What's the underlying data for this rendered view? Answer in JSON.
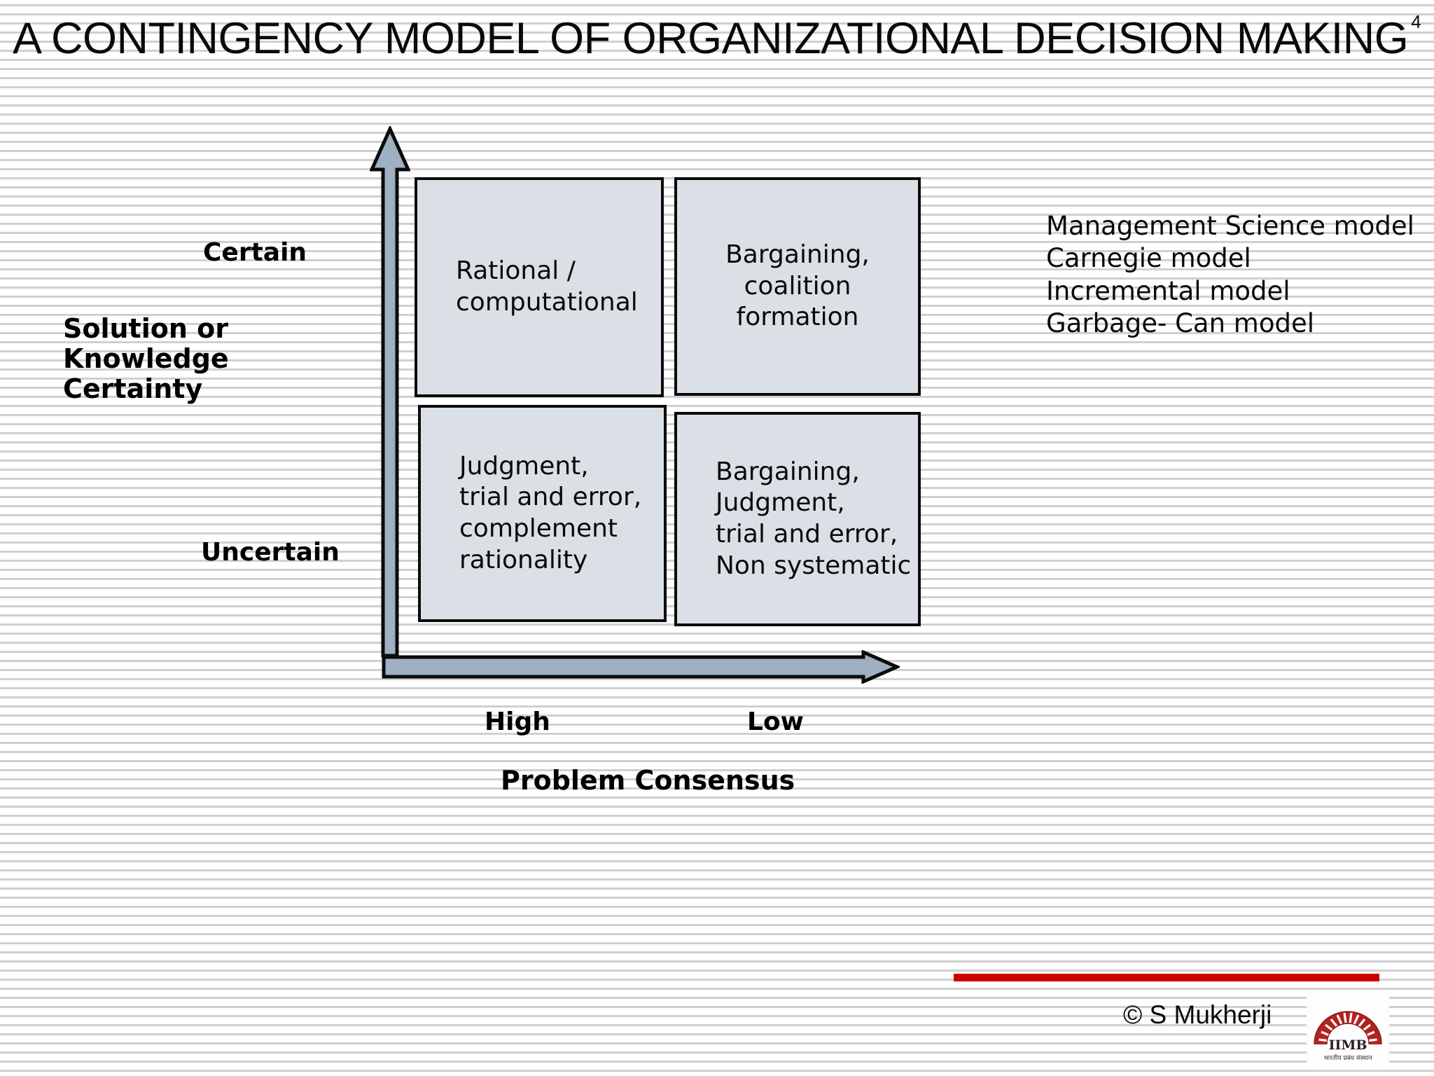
{
  "slide": {
    "title": "A CONTINGENCY MODEL OF ORGANIZATIONAL DECISION MAKING",
    "title_superscript": "4"
  },
  "axes": {
    "y_axis_label": "Solution or\nKnowledge\nCertainty",
    "y_top_label": "Certain",
    "y_bottom_label": "Uncertain",
    "x_axis_label": "Problem Consensus",
    "x_left_label": "High",
    "x_right_label": "Low",
    "y_arrow_icon": "up-arrow-icon",
    "x_arrow_icon": "right-arrow-icon",
    "arrow_fill_color": "#9fb0c2",
    "arrow_border_color": "#0b0b0b"
  },
  "matrix": {
    "box_fill_color": "#dbe0e6",
    "box_border_color": "#0b0b0b",
    "quadrants": [
      {
        "id": "top-left",
        "text": "Rational /\ncomputational"
      },
      {
        "id": "top-right",
        "text": "Bargaining,\ncoalition\nformation"
      },
      {
        "id": "bottom-left",
        "text": "Judgment,\ntrial and error,\ncomplement\nrationality"
      },
      {
        "id": "bottom-right",
        "text": "Bargaining,\nJudgment,\ntrial and error,\nNon systematic"
      }
    ]
  },
  "models": {
    "text": "Management Science model\nCarnegie model\nIncremental model\nGarbage- Can model",
    "items": [
      "Management Science model",
      "Carnegie model",
      "Incremental model",
      "Garbage- Can model"
    ]
  },
  "footer": {
    "copyright": "©  S Mukherji",
    "rule_color": "#cc0000",
    "logo": {
      "name": "iimb-logo",
      "primary_text": "IIMB",
      "secondary_text": "भारतीय प्रबंध संस्थान",
      "color": "#b2231f"
    }
  }
}
